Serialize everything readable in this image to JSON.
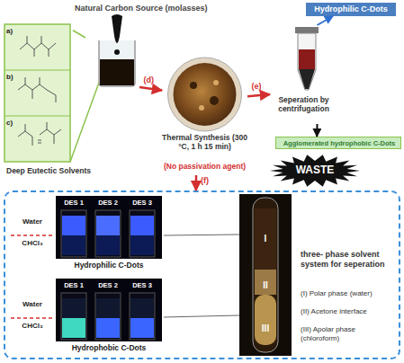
{
  "diagram": {
    "nodes": [
      {
        "text": [
          "a)",
          "b)",
          "c)",
          "Deep Eutectic Solvents"
        ]
      },
      {
        "text": [
          "Natural Carbon Source (molasses)"
        ]
      },
      {
        "text": [
          "Thermal Synthesis (300 °C, 1 h 15 min)",
          "(No passivation agent)"
        ]
      },
      {
        "text": [
          "Seperation by centrifugation"
        ]
      },
      {
        "text": [
          "Hydrophilic C-Dots"
        ]
      },
      {
        "text": [
          "Agglomerated hydrophobic C-Dots"
        ]
      },
      {
        "text": [
          "WASTE"
        ]
      },
      {
        "text": [
          "three- phase solvent system for seperation",
          "(I) Polar phase (water)",
          "(II) Acetone interface",
          "(III) Apolar phase (chloroform)"
        ]
      },
      {
        "text": [
          "Water",
          "CHCl₃",
          "DES 1",
          "DES 2",
          "DES 3",
          "Hydrophilic C-Dots"
        ],
        "in": 7
      },
      {
        "text": [
          "Water",
          "CHCl₃",
          "DES 1",
          "DES 2",
          "DES 3",
          "Hydrophobic C-Dots"
        ],
        "in": 7
      },
      {
        "text": [
          "I",
          "II",
          "III"
        ],
        "in": 7
      }
    ],
    "edges": [
      {
        "from": 0,
        "to": 1,
        "arrow": "none"
      },
      {
        "from": 1,
        "to": 2,
        "label": "(d)",
        "arrow": "to"
      },
      {
        "from": 2,
        "to": 3,
        "label": "(e)",
        "arrow": "to"
      },
      {
        "from": 3,
        "to": 4,
        "arrow": "to"
      },
      {
        "from": 3,
        "to": 5,
        "arrow": "to"
      },
      {
        "from": 2,
        "to": 7,
        "label": "(f)",
        "arrow": "to"
      },
      {
        "from": 8,
        "to": 10,
        "arrow": "none"
      },
      {
        "from": 9,
        "to": 10,
        "arrow": "none"
      }
    ]
  }
}
